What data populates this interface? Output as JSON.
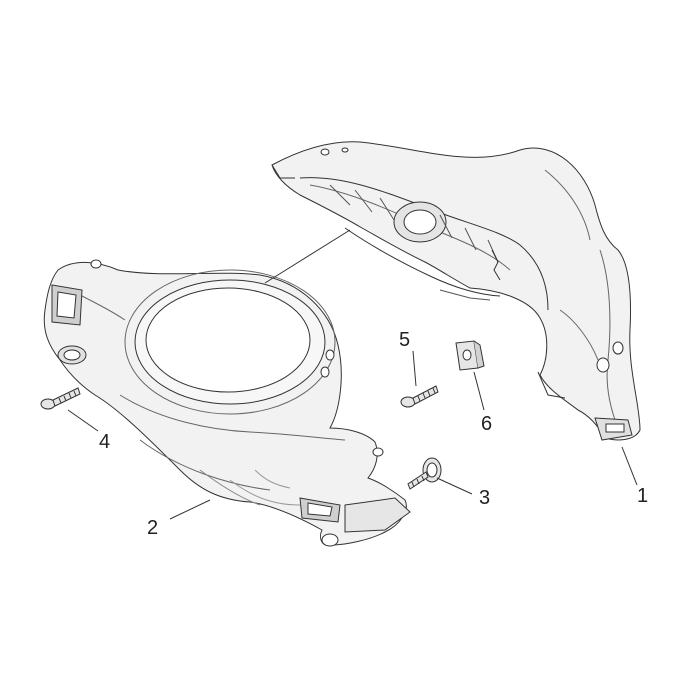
{
  "diagram": {
    "title": "",
    "line_color": "#333333",
    "fill_color": "#f2f2f2",
    "shade_color": "#d6d6d6",
    "callouts": [
      {
        "id": "callout-1",
        "label": "1",
        "part": "rear-handlebar-cover"
      },
      {
        "id": "callout-2",
        "label": "2",
        "part": "front-handlebar-cover"
      },
      {
        "id": "callout-3",
        "label": "3",
        "part": "screw-3"
      },
      {
        "id": "callout-4",
        "label": "4",
        "part": "screw-4"
      },
      {
        "id": "callout-5",
        "label": "5",
        "part": "screw-5"
      },
      {
        "id": "callout-6",
        "label": "6",
        "part": "clip-nut"
      }
    ]
  }
}
